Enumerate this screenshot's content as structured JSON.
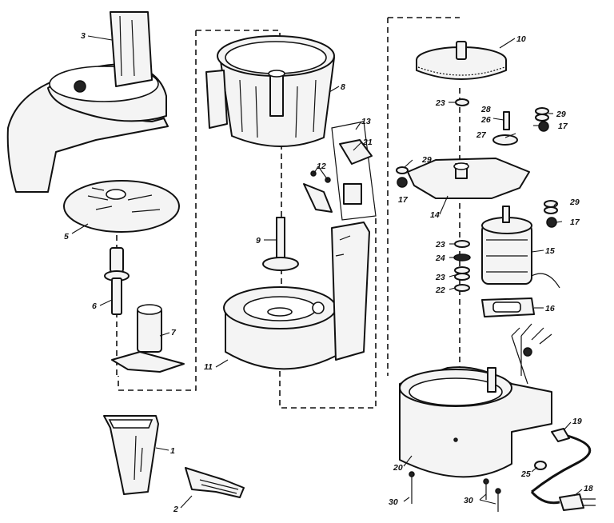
{
  "parts": [
    {
      "id": "p1",
      "num": "1"
    },
    {
      "id": "p2",
      "num": "2"
    },
    {
      "id": "p3",
      "num": "3"
    },
    {
      "id": "p5",
      "num": "5"
    },
    {
      "id": "p6",
      "num": "6"
    },
    {
      "id": "p7",
      "num": "7"
    },
    {
      "id": "p8",
      "num": "8"
    },
    {
      "id": "p9",
      "num": "9"
    },
    {
      "id": "p10",
      "num": "10"
    },
    {
      "id": "p11",
      "num": "11"
    },
    {
      "id": "p12",
      "num": "12"
    },
    {
      "id": "p13",
      "num": "13"
    },
    {
      "id": "p14",
      "num": "14"
    },
    {
      "id": "p15",
      "num": "15"
    },
    {
      "id": "p16",
      "num": "16"
    },
    {
      "id": "p17a",
      "num": "17"
    },
    {
      "id": "p17b",
      "num": "17"
    },
    {
      "id": "p17c",
      "num": "17"
    },
    {
      "id": "p18",
      "num": "18"
    },
    {
      "id": "p19",
      "num": "19"
    },
    {
      "id": "p20",
      "num": "20"
    },
    {
      "id": "p21",
      "num": "21"
    },
    {
      "id": "p22",
      "num": "22"
    },
    {
      "id": "p23a",
      "num": "23"
    },
    {
      "id": "p23b",
      "num": "23"
    },
    {
      "id": "p23c",
      "num": "23"
    },
    {
      "id": "p24",
      "num": "24"
    },
    {
      "id": "p25",
      "num": "25"
    },
    {
      "id": "p26",
      "num": "26"
    },
    {
      "id": "p27",
      "num": "27"
    },
    {
      "id": "p28",
      "num": "28"
    },
    {
      "id": "p29a",
      "num": "29"
    },
    {
      "id": "p29b",
      "num": "29"
    },
    {
      "id": "p29c",
      "num": "29"
    },
    {
      "id": "p30a",
      "num": "30"
    },
    {
      "id": "p30b",
      "num": "30"
    }
  ]
}
